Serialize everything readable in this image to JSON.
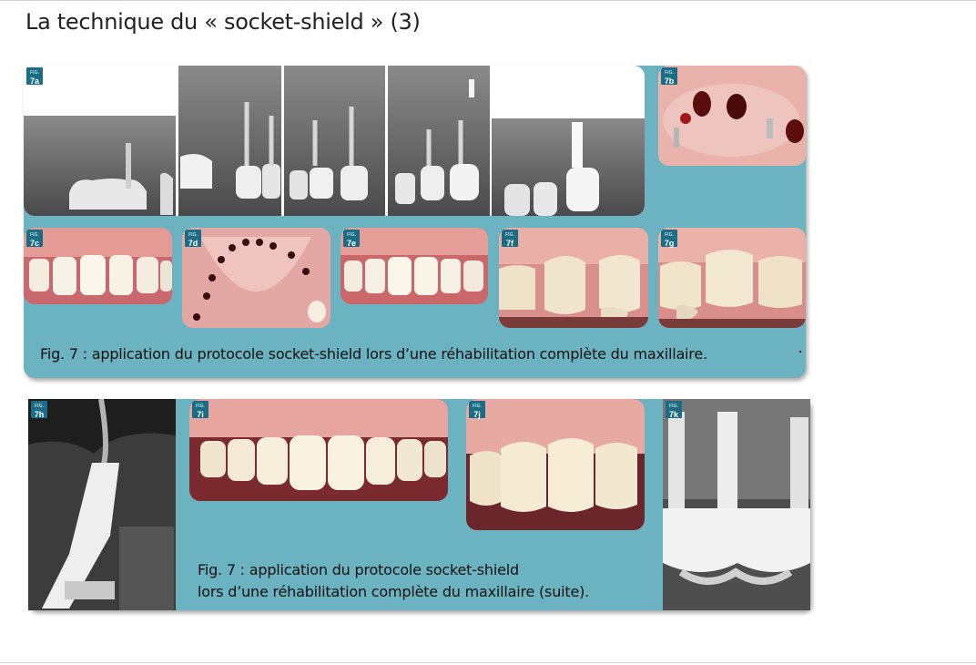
{
  "page": {
    "title": "La technique du « socket-shield » (3)"
  },
  "tag_prefix": "FIG.",
  "panel1": {
    "caption": "Fig. 7 : application du protocole socket-shield lors d’une réhabilitation complète du maxillaire.",
    "figures": [
      {
        "tag": "7a"
      },
      {
        "tag": "7b"
      },
      {
        "tag": "7c"
      },
      {
        "tag": "7d"
      },
      {
        "tag": "7e"
      },
      {
        "tag": "7f"
      },
      {
        "tag": "7g"
      }
    ]
  },
  "panel2": {
    "caption_line1": "Fig. 7 : application du protocole socket-shield",
    "caption_line2": "lors d’une réhabilitation complète du maxillaire (suite).",
    "figures": [
      {
        "tag": "7h"
      },
      {
        "tag": "7i"
      },
      {
        "tag": "7j"
      },
      {
        "tag": "7k"
      }
    ]
  },
  "colors": {
    "panel": "#6cb3c2",
    "tag": "#1b6d86"
  }
}
